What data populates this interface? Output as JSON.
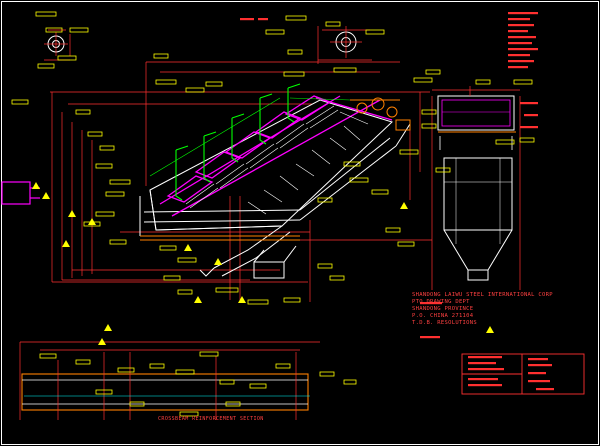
{
  "drawing": {
    "title_block_lines": [
      "SHANDONG LAIWU STEEL INTERNATIONAL CORP",
      "PTO DRAWING DEPT",
      "SHANDONG PROVINCE",
      "P.O. CHINA 271104",
      "T.D.B. RESOLUTIONS"
    ],
    "section_label": "CROSSBEAM REINFORCEMENT SECTION",
    "warning_symbol": "warning-triangle"
  },
  "colors": {
    "background": "#000000",
    "frame": "#ffffff",
    "dimension": "#ff3030",
    "label_box": "#ffff00",
    "structure": "#ffffff",
    "accent_green": "#00ff00",
    "accent_magenta": "#ff00ff",
    "accent_orange": "#ff8000",
    "accent_cyan": "#00ffff"
  }
}
